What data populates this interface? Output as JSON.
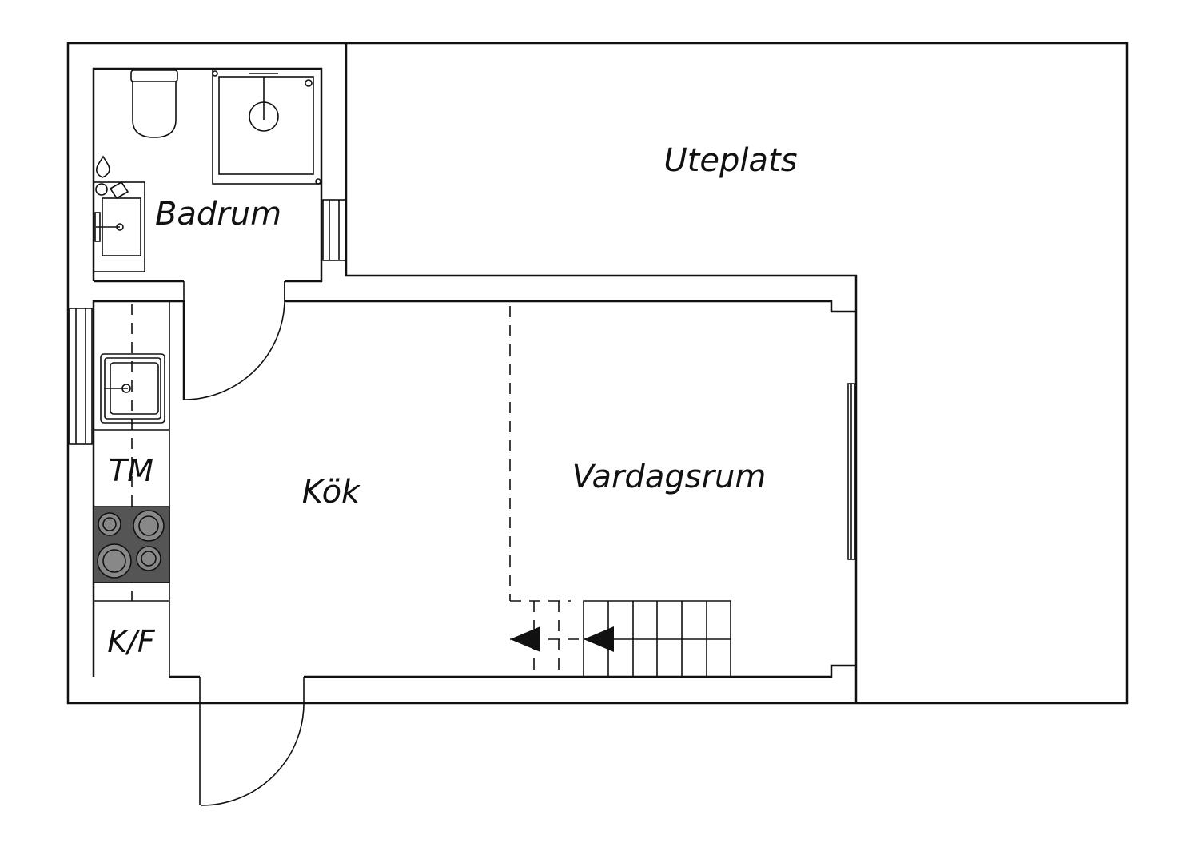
{
  "rooms": {
    "uteplats": "Uteplats",
    "badrum": "Badrum",
    "kok": "Kök",
    "vardagsrum": "Vardagsrum"
  },
  "appliances": {
    "tm": "TM",
    "kf": "K/F"
  },
  "colors": {
    "line": "#111111",
    "stove": "#555555",
    "burner": "#888888",
    "background": "#ffffff"
  }
}
